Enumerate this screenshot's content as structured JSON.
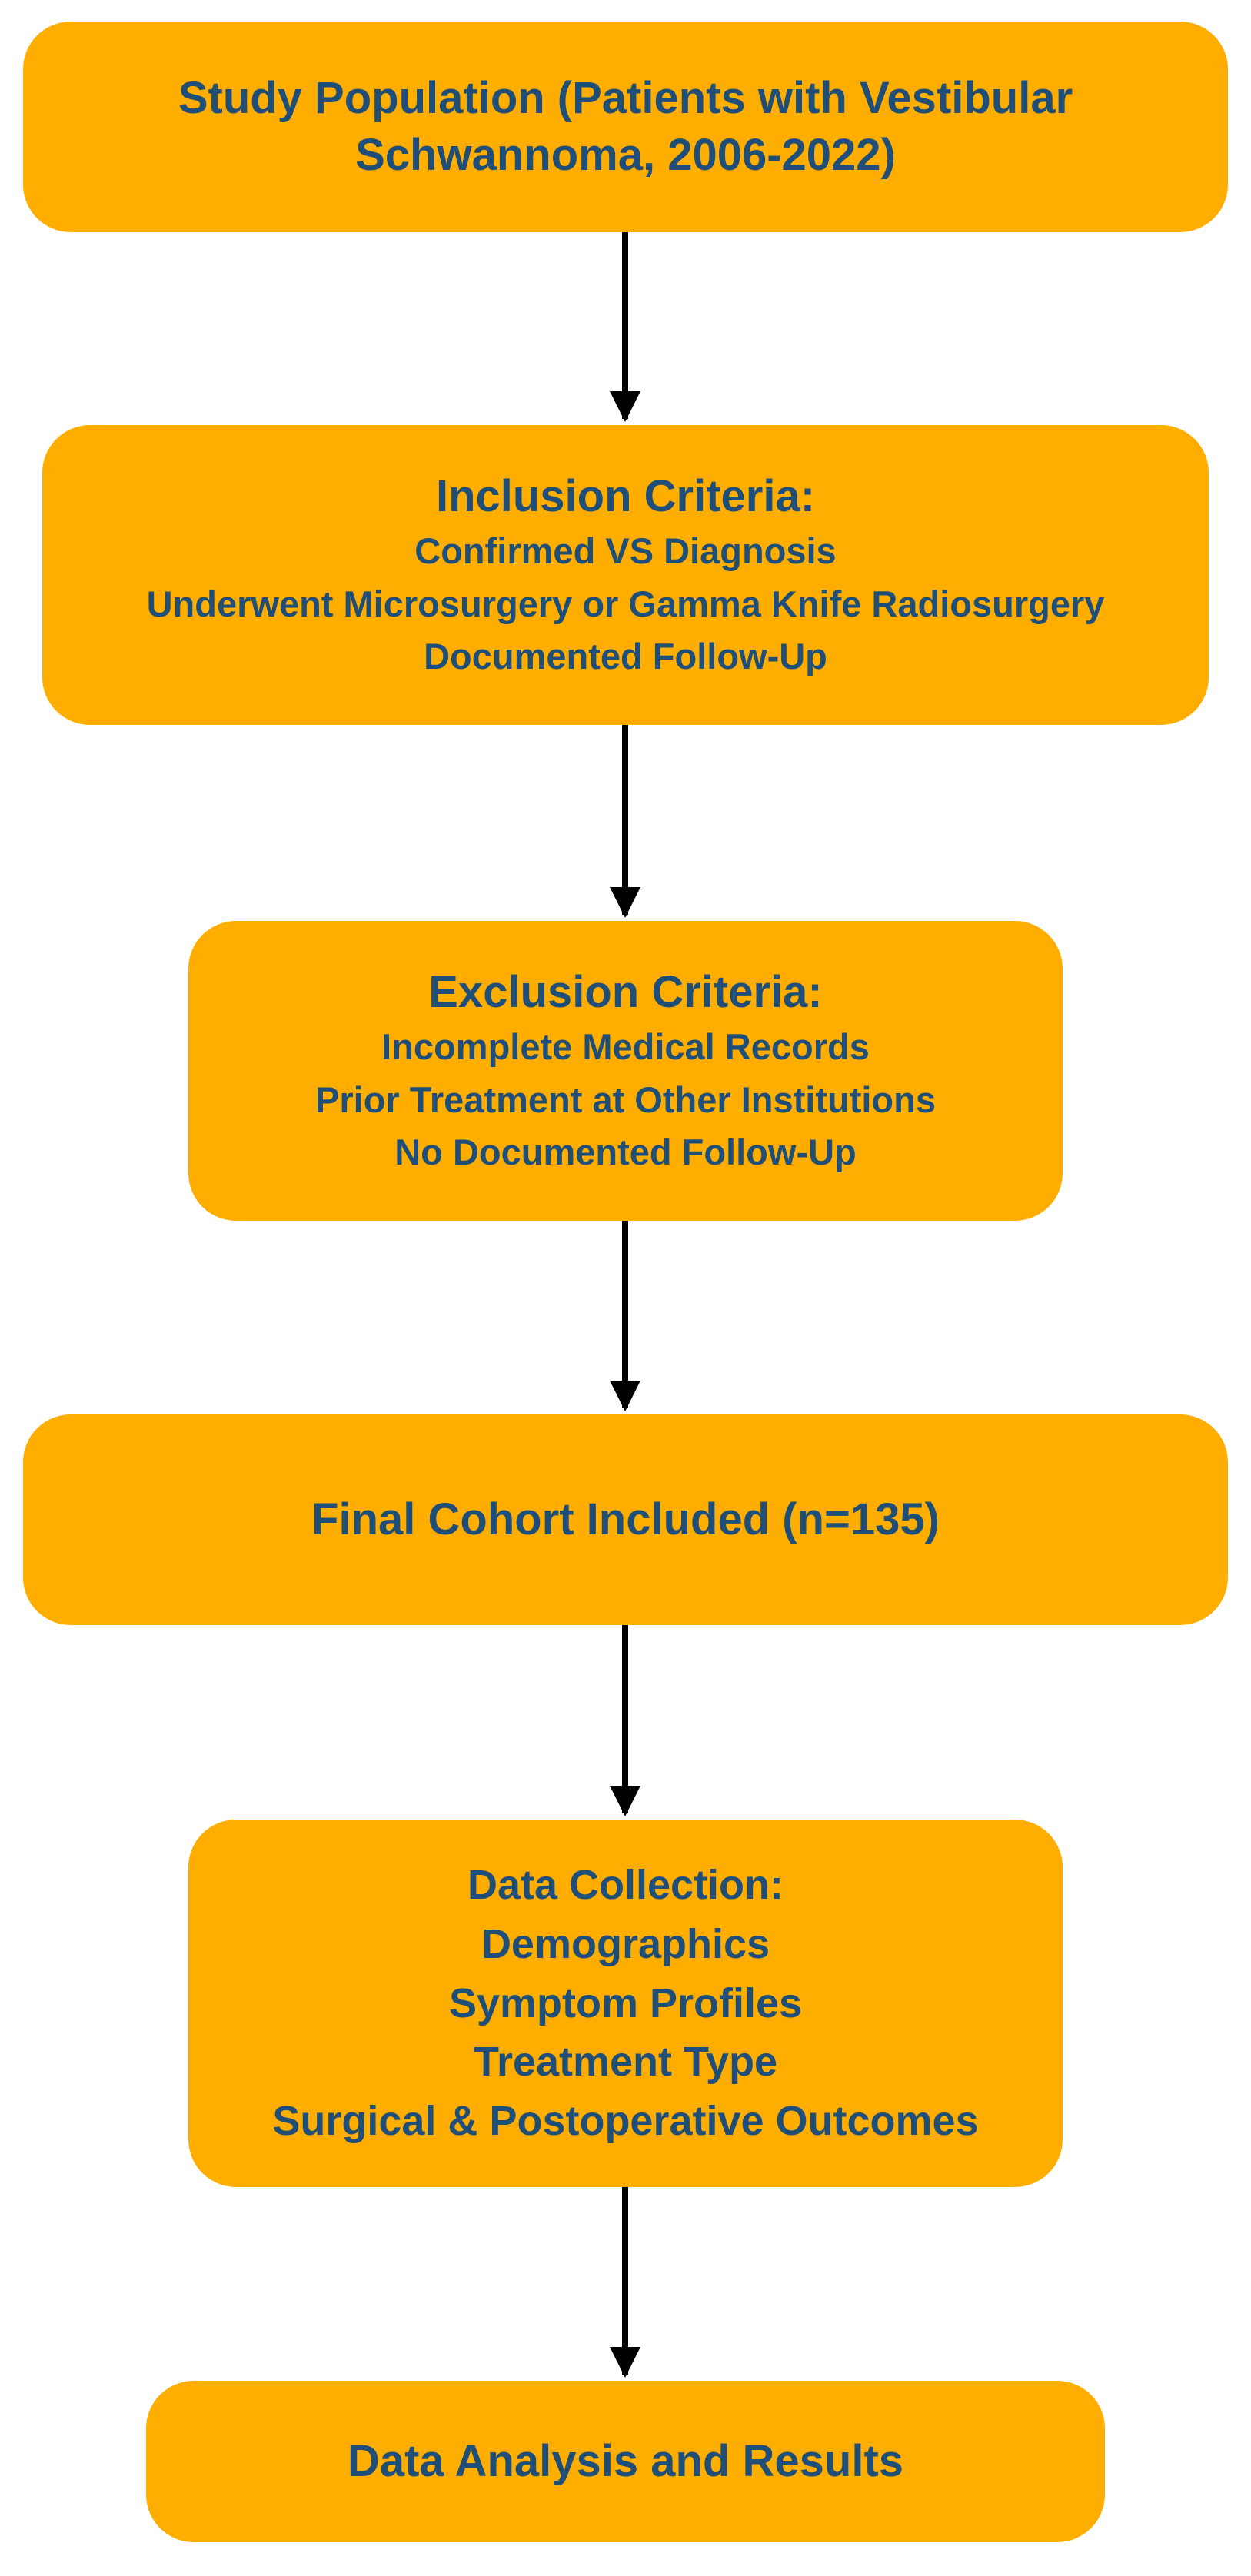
{
  "colors": {
    "box_fill": "#FFAE00",
    "text": "#1F4E79",
    "arrow": "#000000",
    "background": "#FFFFFF"
  },
  "boxes": {
    "study_population": {
      "lines": [
        "Study Population (Patients with Vestibular",
        "Schwannoma, 2006-2022)"
      ]
    },
    "inclusion": {
      "title": "Inclusion Criteria:",
      "items": [
        "Confirmed VS Diagnosis",
        "Underwent Microsurgery or Gamma Knife Radiosurgery",
        "Documented Follow-Up"
      ]
    },
    "exclusion": {
      "title": "Exclusion Criteria:",
      "items": [
        "Incomplete Medical Records",
        "Prior Treatment at Other Institutions",
        "No Documented Follow-Up"
      ]
    },
    "final_cohort": {
      "label": "Final Cohort Included (n=135)"
    },
    "data_collection": {
      "title": "Data Collection:",
      "items": [
        "Demographics",
        "Symptom Profiles",
        "Treatment Type",
        "Surgical & Postoperative Outcomes"
      ]
    },
    "analysis": {
      "label": "Data Analysis and Results"
    }
  }
}
